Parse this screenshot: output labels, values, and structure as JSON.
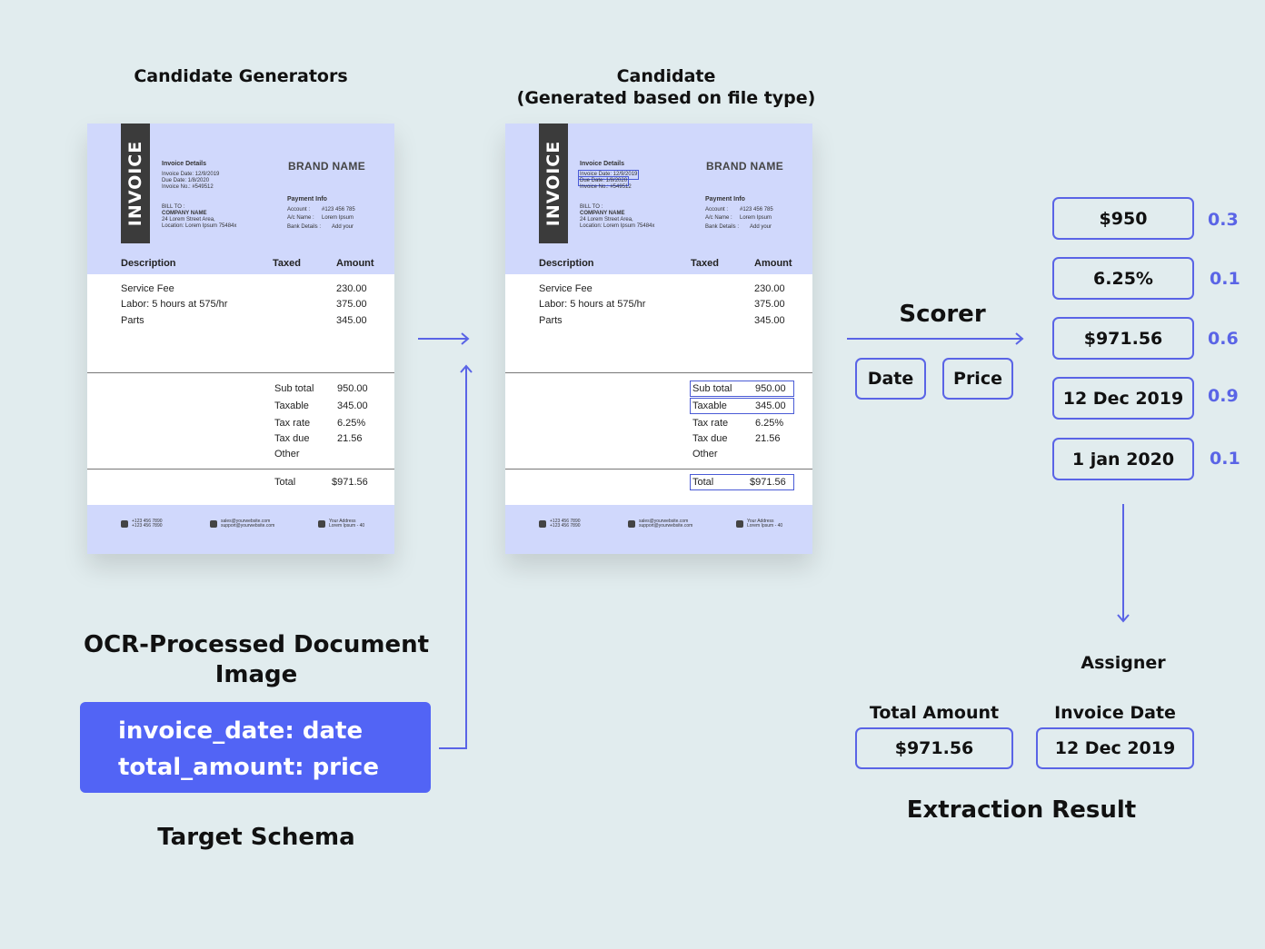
{
  "titles": {
    "candidate_generators": "Candidate Generators",
    "candidate_line1": "Candidate",
    "candidate_line2": "(Generated based on file type)",
    "ocr": "OCR-Processed Document Image",
    "target_schema": "Target Schema",
    "scorer": "Scorer",
    "assigner": "Assigner",
    "extraction_result": "Extraction Result"
  },
  "invoice": {
    "strip": "INVOICE",
    "details_title": "Invoice Details",
    "invoice_date": "Invoice Date: 12/9/2019",
    "due_date": "Due Date: 1/8/2020",
    "invoice_no": "Invoice No.: #549512",
    "bill_to": "BILL TO :",
    "company": "COMPANY NAME",
    "street": "24 Lorem Street Area,",
    "location": "Location: Lorem Ipsum 75484x",
    "brand": "BRAND NAME",
    "payment_title": "Payment Info",
    "account": "Account :",
    "account_val": "#123 456 785",
    "ac_name": "A/c Name :",
    "ac_name_val": "Lorem Ipsum",
    "bank": "Bank  Details  :",
    "bank_val": "Add  your",
    "col_description": "Description",
    "col_taxed": "Taxed",
    "col_amount": "Amount",
    "items": [
      {
        "desc": "Service Fee",
        "amount": "230.00"
      },
      {
        "desc": "Labor: 5 hours at 575/hr",
        "amount": "375.00"
      },
      {
        "desc": "Parts",
        "amount": "345.00"
      }
    ],
    "totals": [
      {
        "label": "Sub total",
        "value": "950.00"
      },
      {
        "label": "Taxable",
        "value": "345.00"
      },
      {
        "label": "Tax rate",
        "value": "6.25%"
      },
      {
        "label": "Tax due",
        "value": "21.56"
      },
      {
        "label": "Other",
        "value": ""
      }
    ],
    "total_label": "Total",
    "total_value": "$971.56",
    "footer_phone1": "+123 456 7890",
    "footer_phone2": "+123 456 7890",
    "footer_mail1": "sales@yourwebsite.com",
    "footer_mail2": "support@yourwebsite.com",
    "footer_addr1": "Your Address",
    "footer_addr2": "Lorem Ipsum - 40"
  },
  "schema": {
    "line1": "invoice_date: date",
    "line2": "total_amount: price"
  },
  "scorer_types": [
    "Date",
    "Price"
  ],
  "candidates": [
    {
      "value": "$950",
      "score": "0.3"
    },
    {
      "value": "6.25%",
      "score": "0.1"
    },
    {
      "value": "$971.56",
      "score": "0.6"
    },
    {
      "value": "12 Dec 2019",
      "score": "0.9"
    },
    {
      "value": "1 jan 2020",
      "score": "0.1"
    }
  ],
  "results": [
    {
      "label": "Total Amount",
      "value": "$971.56"
    },
    {
      "label": "Invoice Date",
      "value": "12 Dec 2019"
    }
  ],
  "colors": {
    "background": "#e1ecee",
    "accent": "#5264f5",
    "invoice_header": "#d0d8fc",
    "box_border": "#5a64e6"
  }
}
